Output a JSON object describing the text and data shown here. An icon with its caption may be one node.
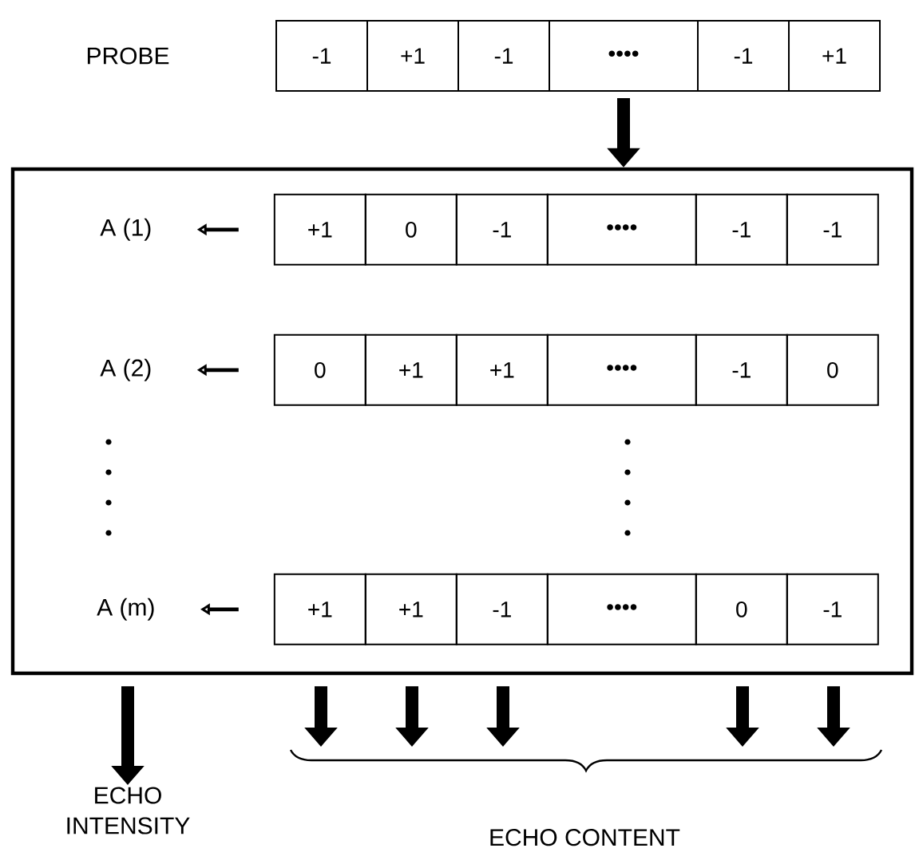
{
  "diagram": {
    "nodes": [
      {
        "text": [
          "PROBE"
        ]
      },
      {
        "text": [
          "-1"
        ]
      },
      {
        "text": [
          "+1"
        ]
      },
      {
        "text": [
          "-1"
        ]
      },
      {
        "text": [
          "••••"
        ]
      },
      {
        "text": [
          "-1"
        ]
      },
      {
        "text": [
          "+1"
        ]
      },
      {
        "text": [],
        "shape": "box"
      },
      {
        "text": [
          "A (1)"
        ],
        "in": 7
      },
      {
        "text": [
          "+1"
        ],
        "in": 7
      },
      {
        "text": [
          "0"
        ],
        "in": 7
      },
      {
        "text": [
          "-1"
        ],
        "in": 7
      },
      {
        "text": [
          "••••"
        ],
        "in": 7
      },
      {
        "text": [
          "-1"
        ],
        "in": 7
      },
      {
        "text": [
          "-1"
        ],
        "in": 7
      },
      {
        "text": [
          "A (2)"
        ],
        "in": 7
      },
      {
        "text": [
          "0"
        ],
        "in": 7
      },
      {
        "text": [
          "+1"
        ],
        "in": 7
      },
      {
        "text": [
          "+1"
        ],
        "in": 7
      },
      {
        "text": [
          "••••"
        ],
        "in": 7
      },
      {
        "text": [
          "-1"
        ],
        "in": 7
      },
      {
        "text": [
          "0"
        ],
        "in": 7
      },
      {
        "text": [
          "A (m)"
        ],
        "in": 7
      },
      {
        "text": [
          "+1"
        ],
        "in": 7
      },
      {
        "text": [
          "+1"
        ],
        "in": 7
      },
      {
        "text": [
          "-1"
        ],
        "in": 7
      },
      {
        "text": [
          "••••"
        ],
        "in": 7
      },
      {
        "text": [
          "0"
        ],
        "in": 7
      },
      {
        "text": [
          "-1"
        ],
        "in": 7
      },
      {
        "text": [
          "ECHO INTENSITY"
        ]
      },
      {
        "text": [
          "ECHO CONTENT"
        ]
      }
    ],
    "edges": [
      {
        "from": 4,
        "to": 7,
        "arrow": "to"
      },
      {
        "from": 9,
        "to": 8,
        "arrow": "to"
      },
      {
        "from": 16,
        "to": 15,
        "arrow": "to"
      },
      {
        "from": 23,
        "to": 22,
        "arrow": "to"
      },
      {
        "from": 7,
        "to": 29,
        "arrow": "to"
      },
      {
        "from": 7,
        "to": 30,
        "arrow": "to"
      },
      {
        "from": 7,
        "to": 30,
        "arrow": "to"
      },
      {
        "from": 7,
        "to": 30,
        "arrow": "to"
      },
      {
        "from": 7,
        "to": 30,
        "arrow": "to"
      },
      {
        "from": 7,
        "to": 30,
        "arrow": "to"
      }
    ]
  }
}
